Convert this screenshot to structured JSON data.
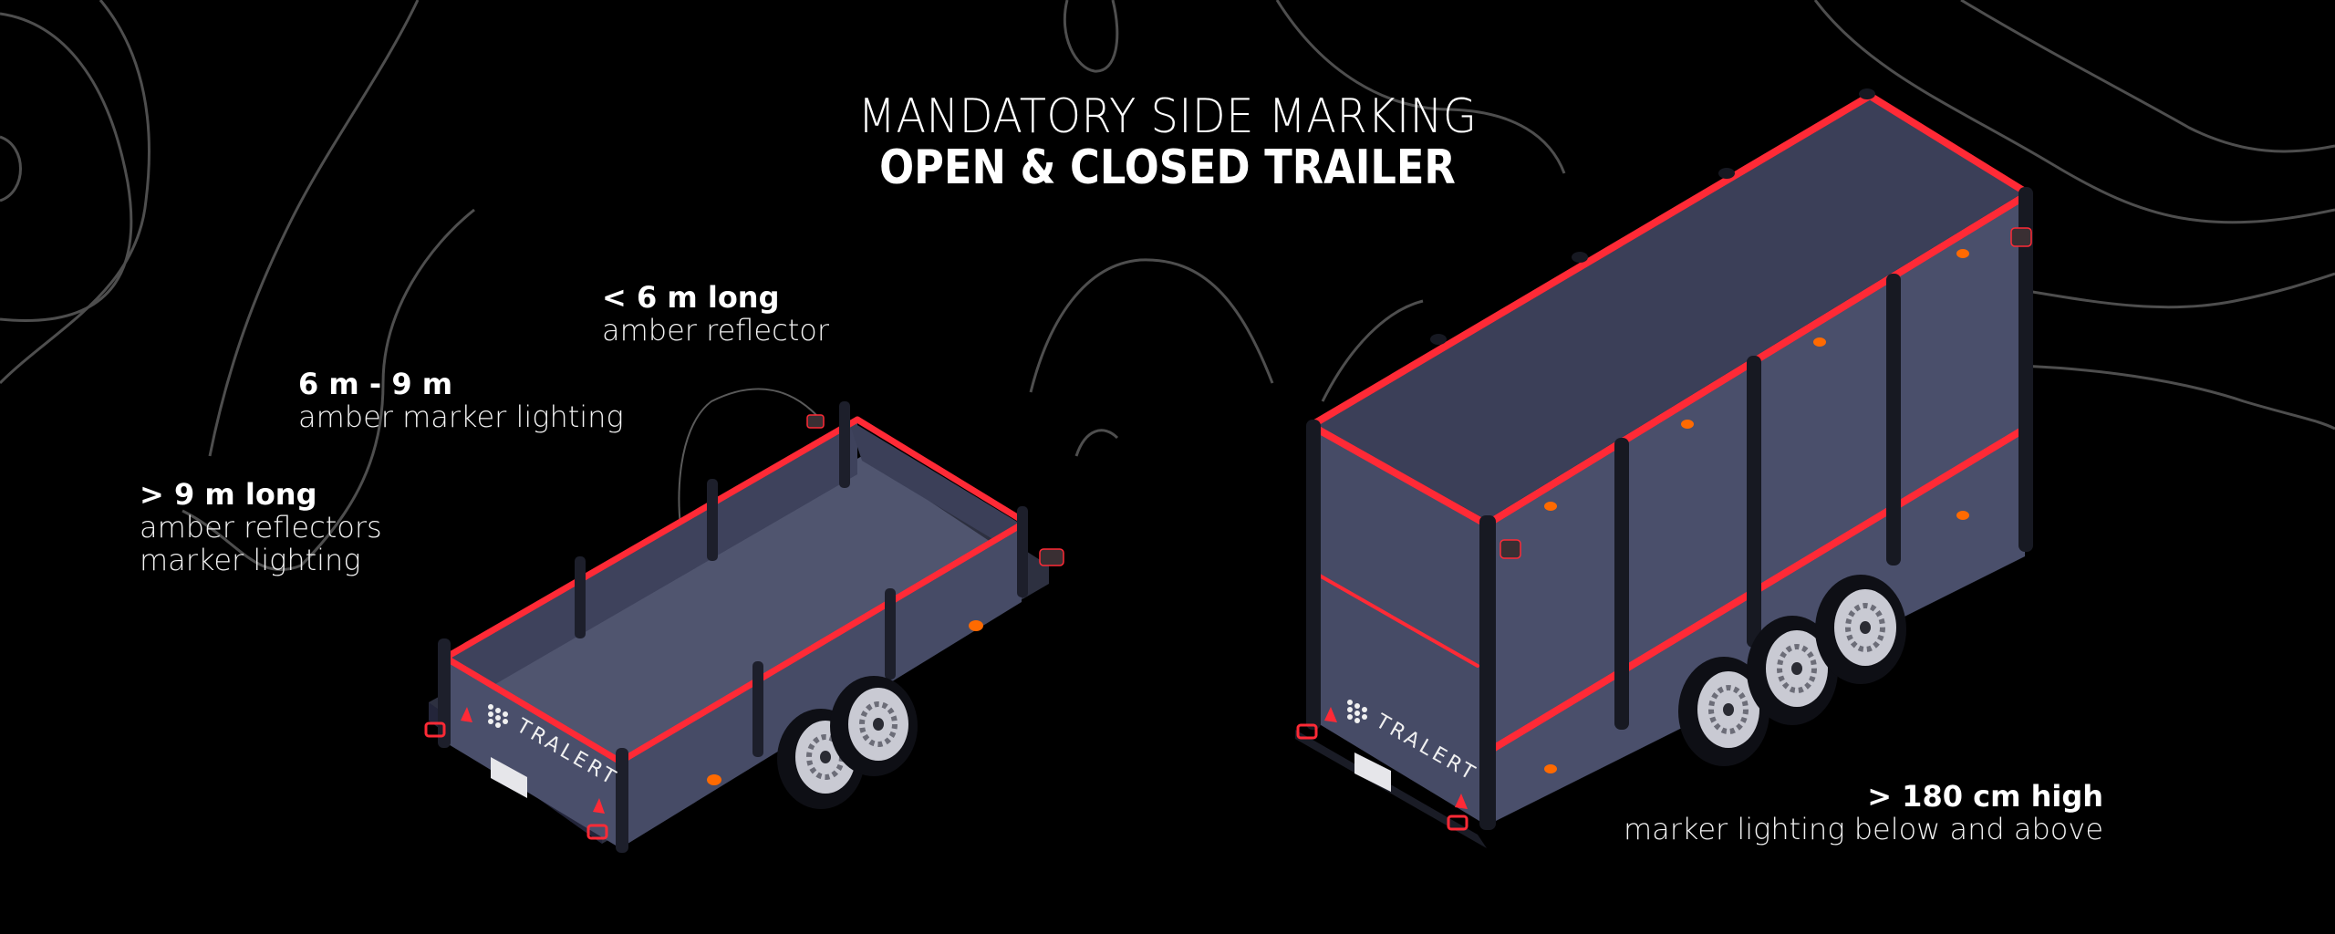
{
  "title": {
    "line1": "MANDATORY SIDE MARKING",
    "line2": "OPEN & CLOSED TRAILER"
  },
  "labels": [
    {
      "id": "lt6",
      "head": "< 6 m long",
      "lines": [
        "amber reflector"
      ]
    },
    {
      "id": "6to9",
      "head": "6 m - 9 m",
      "lines": [
        "amber marker lighting"
      ]
    },
    {
      "id": "gt9",
      "head": "> 9 m long",
      "lines": [
        "amber reflectors",
        "marker lighting"
      ]
    },
    {
      "id": "gt180",
      "head": "> 180 cm high",
      "lines": [
        "marker lighting below and above"
      ]
    }
  ],
  "brand": {
    "logo_text": "TRALERT"
  },
  "colors": {
    "background": "#000000",
    "trailer_body": "#454a66",
    "trailer_dark": "#1a1c26",
    "marking_red": "#ff2a36",
    "amber": "#ff6a00",
    "contour": "#5a5a5a"
  }
}
